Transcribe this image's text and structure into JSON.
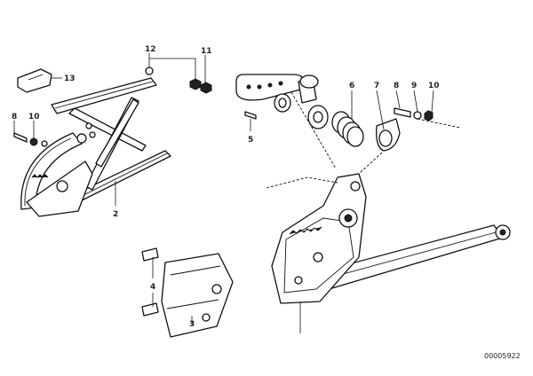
{
  "diagram": {
    "callouts": {
      "n12": "12",
      "n11": "11",
      "n13": "13",
      "n8a": "8",
      "n10a": "10",
      "n2": "2",
      "n5": "5",
      "n6": "6",
      "n7": "7",
      "n8b": "8",
      "n9": "9",
      "n10b": "10",
      "n4": "4",
      "n3": "3"
    },
    "reference_number": "00005922"
  }
}
